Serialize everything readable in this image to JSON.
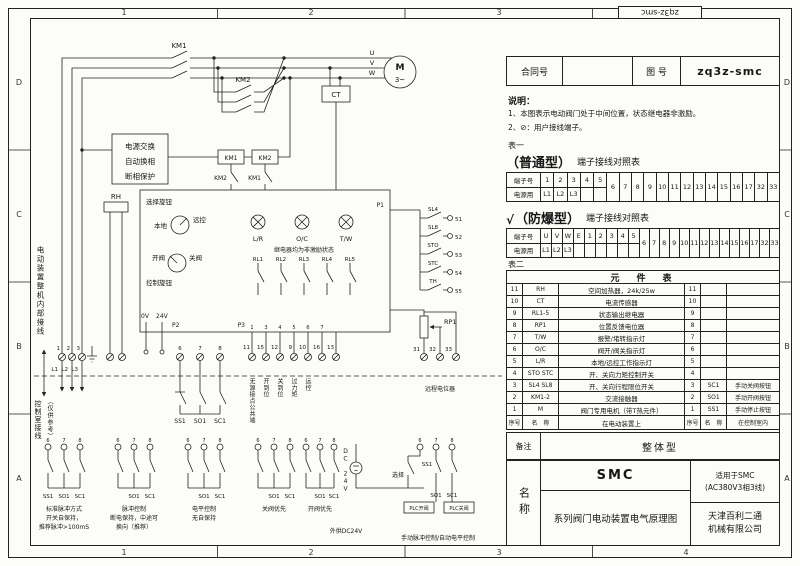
{
  "zones": {
    "cols": [
      "1",
      "2",
      "3",
      "4"
    ],
    "rows": [
      "D",
      "C",
      "B",
      "A"
    ]
  },
  "corner": {
    "number": "zq3z-smc"
  },
  "header": {
    "contract_label": "合同号",
    "contract_value": "",
    "drawing_label": "图 号",
    "drawing_value": "zq3z-smc"
  },
  "notes": {
    "heading": "说明：",
    "line1": "1、本图表示电动阀门处于中间位置，状态继电器非激励。",
    "line2": "2、⊘：用户接线端子。"
  },
  "table1": {
    "caption": "表一",
    "type": "（普通型）",
    "title": "端子接线对照表",
    "row1_label": "端子号",
    "row2_label": "电源用",
    "top_cells": [
      "1",
      "2",
      "3",
      "4",
      "5"
    ],
    "bottom_cells": [
      "L1",
      "L2",
      "L3",
      "",
      ""
    ],
    "merged_cells": [
      "6",
      "7",
      "8",
      "9",
      "10",
      "11",
      "12",
      "13",
      "14",
      "15",
      "16",
      "17",
      "32",
      "33"
    ]
  },
  "table1b": {
    "check": "√",
    "type": "（防爆型）",
    "title": "端子接线对照表",
    "row1_label": "端子号",
    "row2_label": "电源用",
    "top_cells": [
      "U",
      "V",
      "W",
      "E",
      "1",
      "2",
      "3",
      "4",
      "5"
    ],
    "bottom_cells": [
      "L1",
      "L2",
      "L3",
      "",
      "",
      "",
      "",
      "",
      ""
    ],
    "merged_cells": [
      "6",
      "7",
      "8",
      "9",
      "10",
      "11",
      "12",
      "13",
      "14",
      "15",
      "16",
      "17",
      "32",
      "33"
    ]
  },
  "table2": {
    "caption": "表二",
    "title": "元　件　表",
    "rows": [
      [
        "11",
        "RH",
        "空间加热器，24k/25w",
        "11",
        "",
        ""
      ],
      [
        "10",
        "CT",
        "电流传感器",
        "10",
        "",
        ""
      ],
      [
        "9",
        "RL1-5",
        "状态输出继电器",
        "9",
        "",
        ""
      ],
      [
        "8",
        "RP1",
        "位置反馈电位器",
        "8",
        "",
        ""
      ],
      [
        "7",
        "T/W",
        "报警/堵转指示灯",
        "7",
        "",
        ""
      ],
      [
        "6",
        "O/C",
        "阀开/阀关指示灯",
        "6",
        "",
        ""
      ],
      [
        "5",
        "L/R",
        "本地/远控工作指示灯",
        "5",
        "",
        ""
      ],
      [
        "4",
        "STO STC",
        "开、关向力矩控制开关",
        "4",
        "",
        ""
      ],
      [
        "3",
        "SL4 SL8",
        "开、关向行程限位开关",
        "3",
        "SC1",
        "手动关阀按钮"
      ],
      [
        "2",
        "KM1-2",
        "交流接触器",
        "2",
        "SO1",
        "手动开阀按钮"
      ],
      [
        "1",
        "M",
        "阀门专用电机（带T热元件）",
        "1",
        "SS1",
        "手动停止按钮"
      ]
    ],
    "footer": [
      "序号",
      "名　称",
      "在电动装置上",
      "序号",
      "名　称",
      "在控制室内"
    ]
  },
  "remark": {
    "label": "备注",
    "value": "整体型"
  },
  "titleblock": {
    "name_label": "名称",
    "product": "SMC",
    "title": "系列阀门电动装置电气原理图",
    "app1": "适用于SMC",
    "app2": "(AC380V3相3线)",
    "company1": "天津百利二通",
    "company2": "机械有限公司"
  },
  "schematic": {
    "km1": "KM1",
    "km2": "KM2",
    "phase_u": "U",
    "phase_v": "V",
    "phase_w": "W",
    "motor": "M",
    "motor_sub": "3~",
    "ct": "CT",
    "power_box_line1": "电源交换",
    "power_box_line2": "自动换相",
    "power_box_line3": "断相保护",
    "coil_km1": "KM1",
    "coil_km2": "KM2",
    "interlock_km2": "KM2",
    "interlock_km1": "KM1",
    "rh": "RH",
    "selector_label": "选择旋钮",
    "local": "本地",
    "remote": "远控",
    "open_label": "开阀",
    "close_label": "关阀",
    "control_knob": "控制旋钮",
    "lamp_lr": "L/R",
    "lamp_oc": "O/C",
    "lamp_tw": "T/W",
    "relay_note": "继电器均为非激励状态",
    "relays": [
      "RL1",
      "RL2",
      "RL3",
      "RL4",
      "RL5"
    ],
    "v0": "0V",
    "v24": "24V",
    "p1": "P1",
    "p2": "P2",
    "p3": "P3",
    "p3_pins": [
      "1",
      "3",
      "4",
      "5",
      "6",
      "7"
    ],
    "left_terms": [
      "1",
      "2",
      "3"
    ],
    "phase_lines": [
      "L1",
      "L2",
      "L3"
    ],
    "btn_terms": [
      "6",
      "7",
      "8"
    ],
    "main_btns": [
      "SS1",
      "SO1",
      "SC1"
    ],
    "mid_terms": [
      "11",
      "15",
      "12",
      "9",
      "10",
      "16",
      "13"
    ],
    "mid_labels": [
      "无源接点公共端",
      "开到位",
      "关到位",
      "过力矩",
      "远控"
    ],
    "rp_terms": [
      "31",
      "32",
      "33"
    ],
    "rp1": "RP1",
    "remote_pot": "远程电位器",
    "sw_labels": [
      "SL4",
      "SL8",
      "STO",
      "STC",
      "TH"
    ],
    "sw_terms": [
      "51",
      "52",
      "53",
      "54",
      "55"
    ],
    "internal_label": "电动装置整机内部接线",
    "room_label": "控制室接线",
    "room_label_sub": "（仅供参考）"
  },
  "variants": {
    "terms": [
      "6",
      "7",
      "8"
    ],
    "g1": {
      "btns": [
        "SS1",
        "SO1",
        "SC1"
      ],
      "caption1": "标准脉冲方式",
      "caption2": "开关自保持，",
      "caption3": "推荐脉冲>100mS"
    },
    "g2": {
      "btns": [
        "SO1",
        "SC1"
      ],
      "caption1": "脉冲控制",
      "caption2": "断电保持，中途可",
      "caption3": "换向（推荐）"
    },
    "g3": {
      "btns": [
        "SO1",
        "SC1"
      ],
      "caption1": "电平控制",
      "caption2": "无自保持"
    },
    "g4": {
      "btns": [
        "SO1",
        "SC1"
      ],
      "caption1": "关阀优先"
    },
    "g5": {
      "btns": [
        "SO1",
        "SC1"
      ],
      "caption1": "开阀优先"
    },
    "dc": {
      "label": "DC 24V",
      "caption": "外供DC24V"
    },
    "plc": {
      "select": "选择",
      "ss1": "SS1",
      "so1": "SO1",
      "sc1": "SC1",
      "open_box": "PLC开阀",
      "close_box": "PLC关阀",
      "caption": "手动脉冲控制/自动电平控制"
    }
  }
}
